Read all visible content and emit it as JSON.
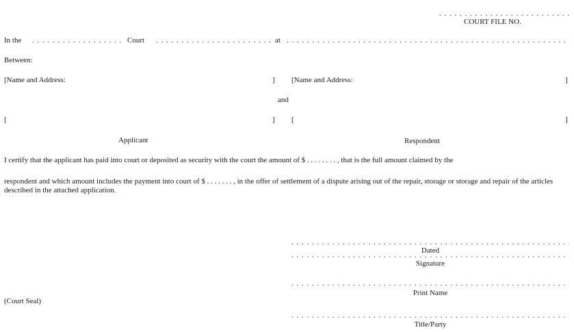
{
  "header": {
    "file_no_dots": ". . . . . . . . . . . . . . . . . . . . . . . . . . . .",
    "file_no_label": "COURT FILE NO."
  },
  "court_line": {
    "in_the": "In the",
    "dots1": ". . . . . . . . . . . . . . . . . . . .",
    "court": "Court",
    "dots2": ". . . . . . . . . . . . . . . . . . . . . . . . . . .",
    "at": "at",
    "dots3": ". . . . . . . . . . . . . . . . . . . . . . . . . . . . . . . . . . . . . . . . . . . . . . . . . . . . . . . . . . . . . . . . . . . . . . . . . . . . ."
  },
  "parties": {
    "between": "Between:",
    "left_name": "[Name and Address:",
    "left_close": "]",
    "right_name": "[Name and Address:",
    "right_close": "]",
    "and": "and",
    "left_open2": "[",
    "left_close2": "]",
    "right_open2": "[",
    "right_close2": "]",
    "applicant": "Applicant",
    "respondent": "Respondent"
  },
  "certification": {
    "para1": "I certify that the applicant has paid into court or deposited as security with the court the amount of $ . . . . . . . . , that is the full amount claimed by the",
    "para2": "respondent and which amount includes the payment into court of $ . . . . . . . , in the offer of settlement of a dispute arising out of the repair, storage or storage and repair of the articles described in the attached application."
  },
  "signatures": {
    "dots": ". . . . . . . . . . . . . . . . . . . . . . . . . . . . . . . . . . . . . . . . . . . . . . . . . . . . . . . . . . . . . .",
    "dated": "Dated",
    "signature": "Signature",
    "print_name": "Print Name",
    "title_party": "Title/Party",
    "court_seal": "(Court Seal)"
  }
}
